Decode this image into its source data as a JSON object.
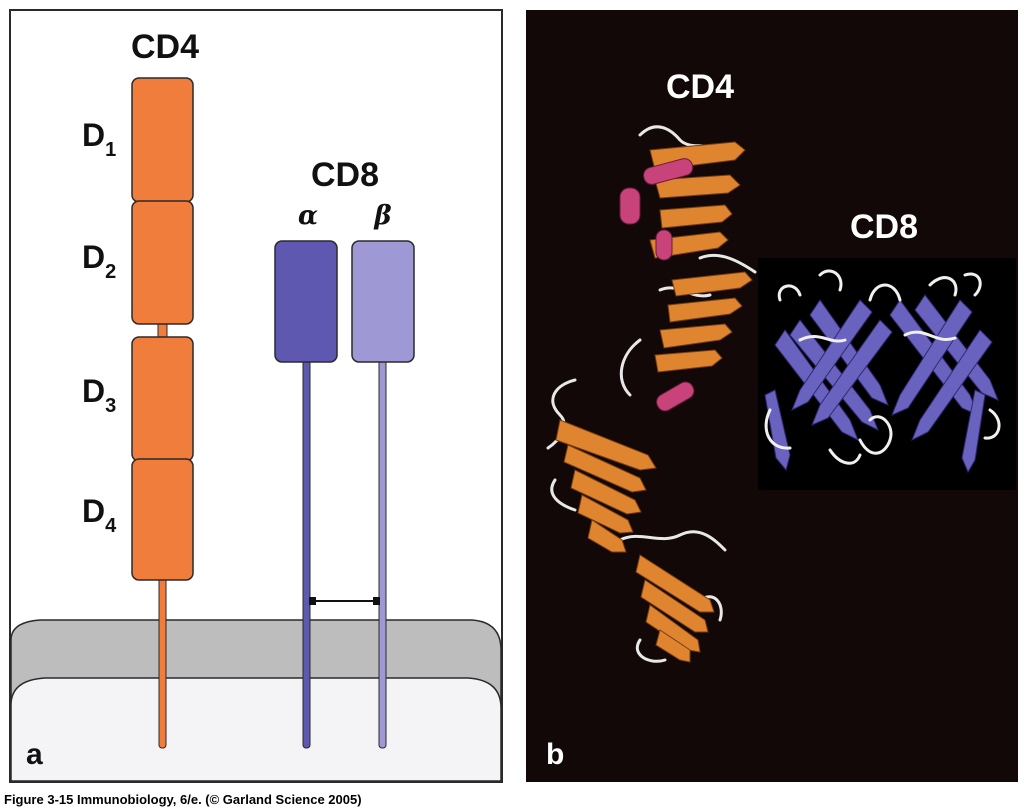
{
  "panel_a": {
    "letter": "a",
    "cd4": {
      "title": "CD4",
      "domains": [
        {
          "main": "D",
          "sub": "1"
        },
        {
          "main": "D",
          "sub": "2"
        },
        {
          "main": "D",
          "sub": "3"
        },
        {
          "main": "D",
          "sub": "4"
        }
      ]
    },
    "cd8": {
      "title": "CD8",
      "alpha": "α",
      "beta": "β"
    }
  },
  "panel_b": {
    "letter": "b",
    "cd4_label": "CD4",
    "cd8_label": "CD8"
  },
  "caption": "Figure 3-15  Immunobiology, 6/e. (© Garland Science 2005)",
  "colors": {
    "cd4_orange": "#f07d3b",
    "cd8_alpha": "#5f58b0",
    "cd8_beta": "#9e98d4",
    "membrane": "#bdbdbd",
    "cytoplasm": "#f4f4f6",
    "helix_pink": "#c9437b",
    "panel_b_bg": "#120808"
  }
}
